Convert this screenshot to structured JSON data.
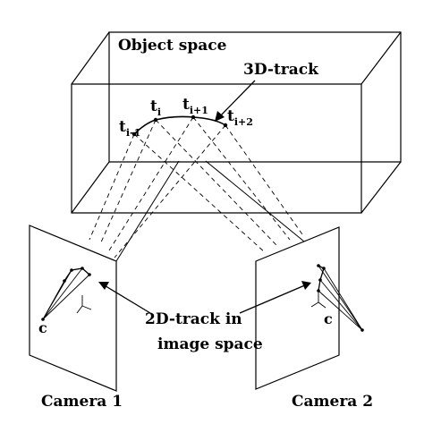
{
  "labels": {
    "object_space": "Object space",
    "track_3d": "3D-track",
    "track_2d_line1": "2D-track in",
    "track_2d_line2": "image space",
    "camera1": "Camera 1",
    "camera2": "Camera 2",
    "center1": "c",
    "center2": "c"
  },
  "time_points": [
    {
      "symbol": "t",
      "sub": "i-1"
    },
    {
      "symbol": "t",
      "sub": "i"
    },
    {
      "symbol": "t",
      "sub": "i+1"
    },
    {
      "symbol": "t",
      "sub": "i+2"
    }
  ]
}
